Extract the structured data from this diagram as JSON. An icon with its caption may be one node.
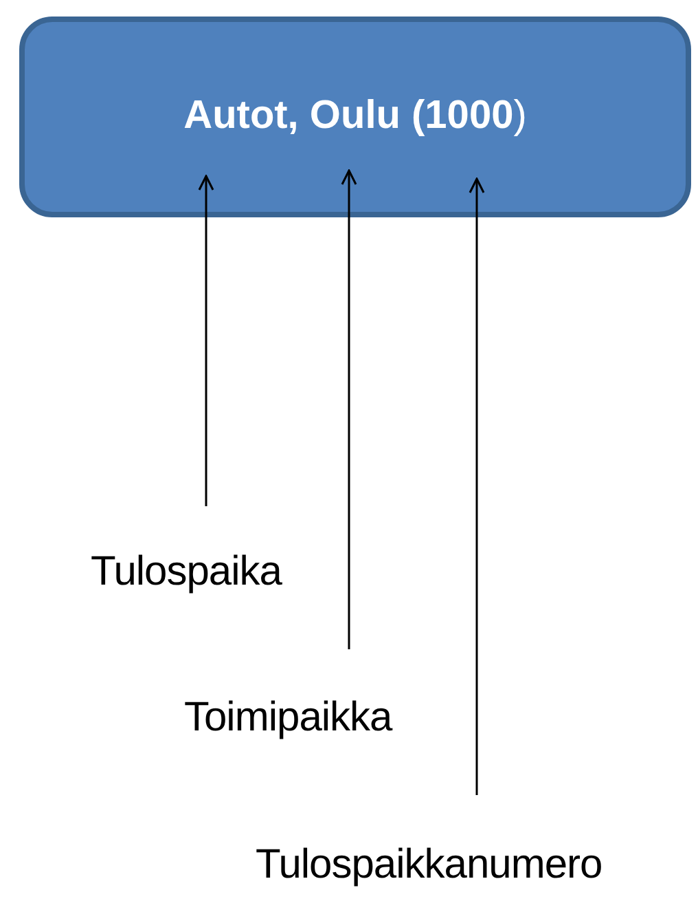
{
  "diagram": {
    "nodes": [
      {
        "text": [
          "**Autot, Oulu (1000**)"
        ]
      },
      {
        "text": [
          "Tulospaika"
        ]
      },
      {
        "text": [
          "Toimipaikka"
        ]
      },
      {
        "text": [
          "Tulospaikkanumero"
        ]
      }
    ],
    "edges": [
      {
        "from": 1,
        "to": 0,
        "arrow": "to"
      },
      {
        "from": 2,
        "to": 0,
        "arrow": "to"
      },
      {
        "from": 3,
        "to": 0,
        "arrow": "to"
      }
    ]
  }
}
